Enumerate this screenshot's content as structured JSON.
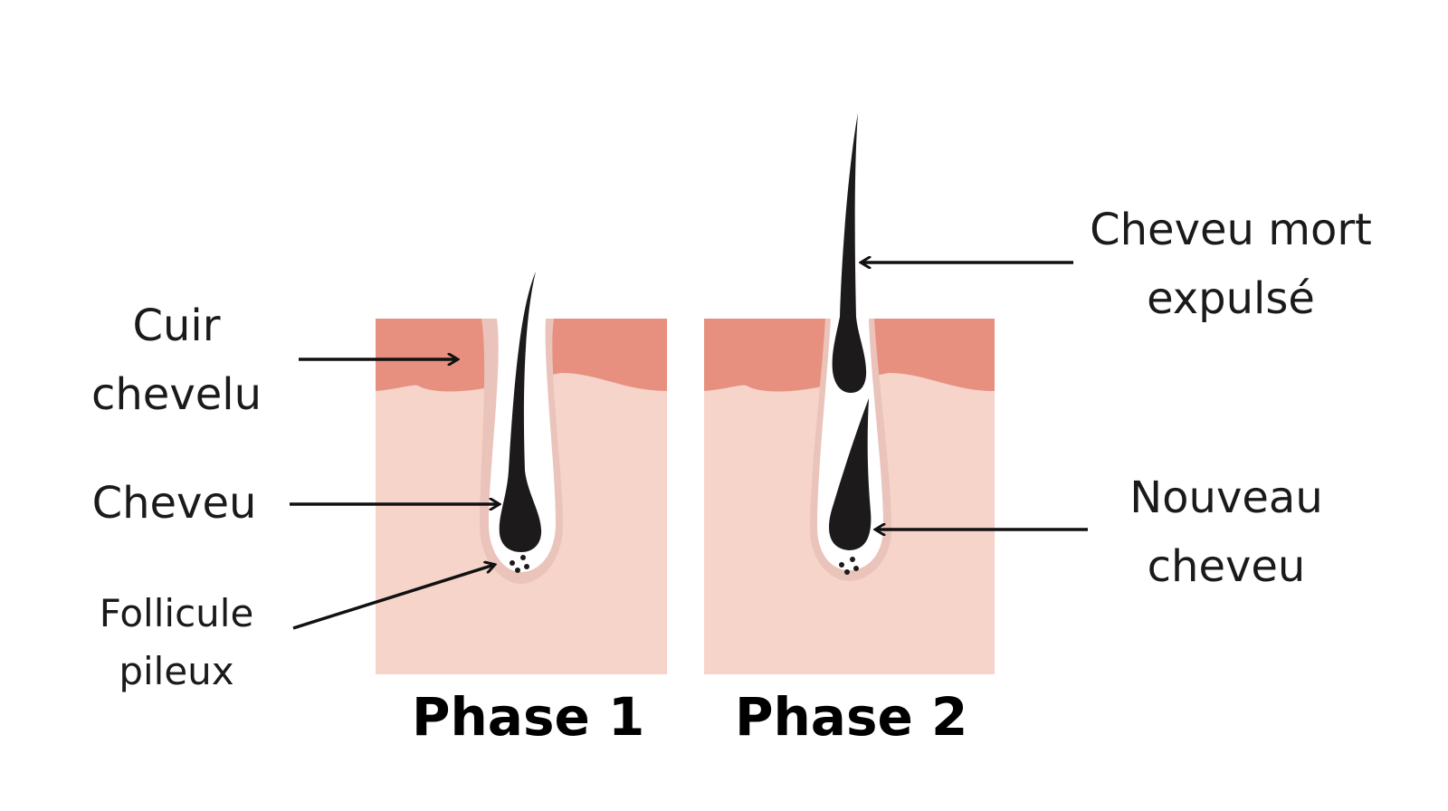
{
  "colors": {
    "scalp": "#e89080",
    "skin": "#f6d4ca",
    "follicle": "#eac4bb",
    "hair": "#1c1a1a"
  },
  "labels": {
    "scalp": [
      "Cuir",
      "chevelu"
    ],
    "hair": "Cheveu",
    "follicle": [
      "Follicule",
      "pileux"
    ],
    "dead_hair": [
      "Cheveu mort",
      "expulsé"
    ],
    "new_hair": [
      "Nouveau",
      "cheveu"
    ]
  },
  "phases": [
    "Phase 1",
    "Phase 2"
  ]
}
